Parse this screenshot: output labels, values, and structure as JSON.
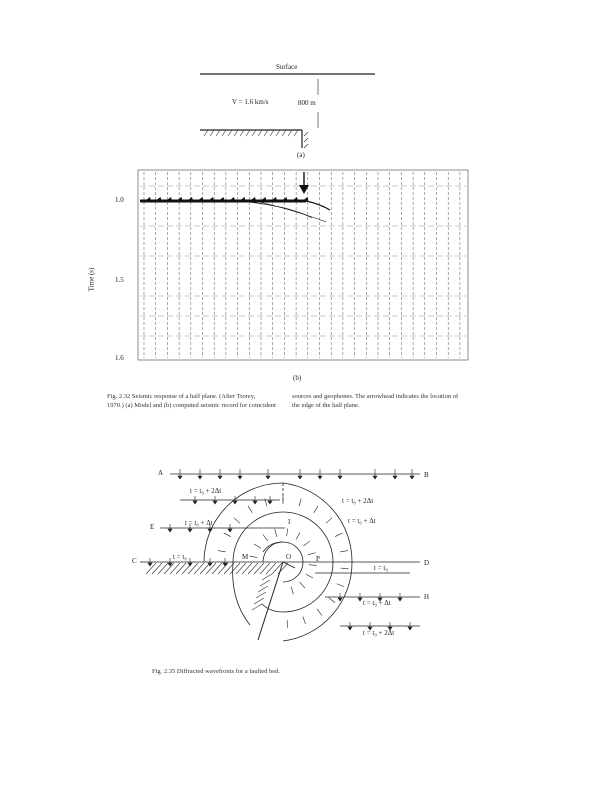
{
  "fig_a": {
    "surface": "Surface",
    "velocity": "V = 1.6 km/s",
    "depth": "800 m",
    "panel": "(a)"
  },
  "fig_b": {
    "yticks": [
      "1.0",
      "1.5",
      "1.6"
    ],
    "ylabel": "Time (s)",
    "panel": "(b)"
  },
  "caption1": {
    "col1_line1": "Fig. 2.32   Seismic response of a half plane. (After Trorey,",
    "col1_line2": "1970.) (a) Model and (b) computed seismic record for coincident",
    "col2_line1": "sources and geophones. The arrowhead indicates the location of",
    "col2_line2": "the edge of the half plane."
  },
  "fig2": {
    "A": "A",
    "B": "B",
    "C": "C",
    "D": "D",
    "E": "E",
    "H": "H",
    "I": "I",
    "M": "M",
    "O": "O",
    "P": "P",
    "t2": "t = t₀ + 2Δt",
    "t1a": "t = t₀ + Δt",
    "t0a": "t = t₀",
    "t2r": "t = t₀ + 2Δt",
    "t1r": "t = t₀ + Δt",
    "t0r": "t = t₀",
    "t1b": "t = t₀ + Δt",
    "t2b": "t = t₀ + 2Δt"
  },
  "caption2": "Fig. 2.35   Diffracted wavefronts for a faulted bed."
}
